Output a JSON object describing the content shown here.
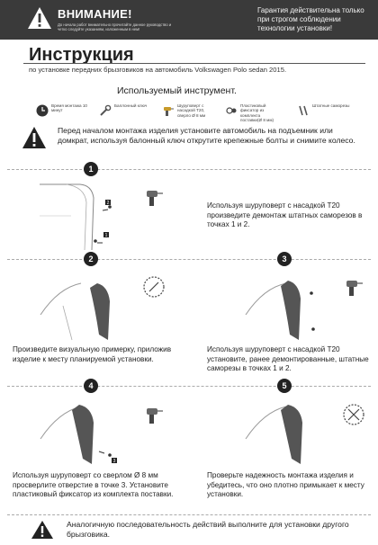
{
  "header": {
    "warning_title": "ВНИМАНИЕ!",
    "warning_subtitle": "До начала работ внимательно прочитайте данное руководство и четко следуйте указаниям, изложенным в нем!",
    "guarantee": "Гарантия действительна только при строгом соблюдении технологии установки!"
  },
  "title": "Инструкция",
  "subtitle": "по установке передних брызговиков на автомобиль Volkswagen Polo sedan 2015.",
  "tools": {
    "heading": "Используемый инструмент.",
    "items": [
      {
        "icon": "clock-icon",
        "label": "Время монтажа 10 минут"
      },
      {
        "icon": "wrench-icon",
        "label": "Баллонный ключ"
      },
      {
        "icon": "drill-icon",
        "label": "Шуруповерт с насадкой Т20, сверло Ø 8 мм"
      },
      {
        "icon": "clip-icon",
        "label": "Пластиковый фиксатор из комплекта поставки(Ø 8 мм)"
      },
      {
        "icon": "screws-icon",
        "label": "Штатные саморезы"
      }
    ]
  },
  "intro": "Перед началом монтажа изделия установите автомобиль  на подъемник или домкрат,  используя балонный ключ открутите крепежные болты и снимите колесо.",
  "steps": [
    {
      "num": "1",
      "text": "Используя шуруповерт с насадкой Т20 произведите демонтаж штатных саморезов в точках 1 и 2."
    },
    {
      "num": "2",
      "text": "Произведите визуальную примерку, приложив изделие к месту планируемой установки."
    },
    {
      "num": "3",
      "text": "Используя шуруповерт с насадкой Т20 установите, ранее демонтированные, штатные саморезы в точках 1 и 2."
    },
    {
      "num": "4",
      "text": "Используя шуруповерт со сверлом Ø 8 мм просверлите отверстие в точке 3. Установите пластиковый фиксатор из комплекта поставки."
    },
    {
      "num": "5",
      "text": "Проверьте надежность монтажа изделия и убедитесь, что оно плотно примыкает к месту установки."
    }
  ],
  "figure_labels": {
    "a": "1",
    "b": "2",
    "c": "3"
  },
  "footer": "Аналогичную последовательность действий выполните для установки другого брызговика."
}
